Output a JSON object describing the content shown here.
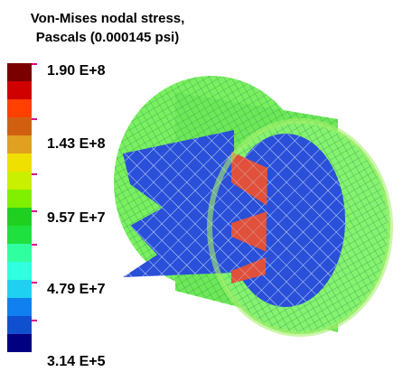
{
  "title": {
    "line1": "Von-Mises nodal stress,",
    "line2": "Pascals (0.000145 psi)"
  },
  "legend": {
    "labels": [
      "1.90 E+8",
      "1.43 E+8",
      "9.57 E+7",
      "4.79 E+7",
      "3.14 E+5"
    ],
    "colors_top_to_bottom": [
      "#7a0000",
      "#d00000",
      "#ff4000",
      "#d06010",
      "#e0a020",
      "#f0e000",
      "#c8f000",
      "#80f000",
      "#20d020",
      "#20e040",
      "#30ffa0",
      "#30ffe0",
      "#20d0f0",
      "#1080f0",
      "#1050d0",
      "#000080"
    ],
    "tick_color": "#e0008a"
  },
  "model": {
    "description_icon": "stress-model-3d",
    "colors": {
      "outer_shell": "#7af060",
      "shell_mesh": "#3aa850",
      "interior": "#2a4fd8",
      "interior_mesh": "#cfe6ff",
      "high_stress": "#e0503a"
    }
  }
}
